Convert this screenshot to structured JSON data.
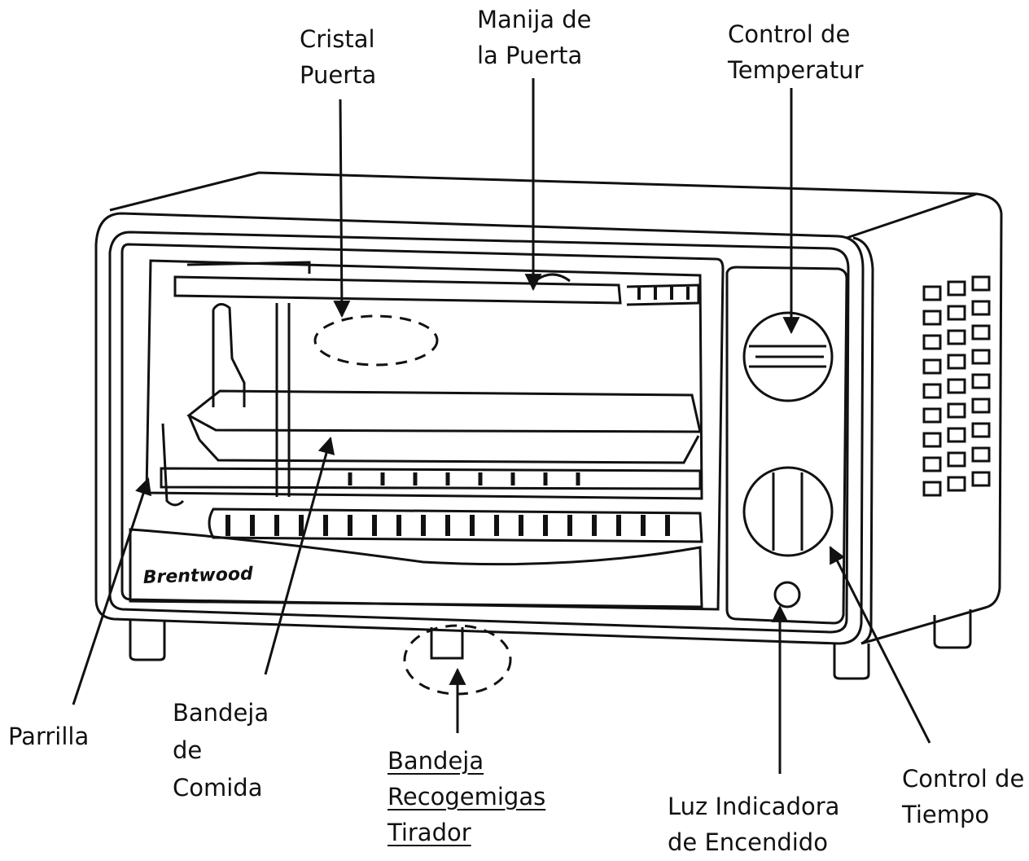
{
  "colors": {
    "ink": "#111111",
    "background": "#ffffff"
  },
  "brand": {
    "logo_text": "Brentwood"
  },
  "labels": {
    "glass_door": [
      "Cristal",
      "Puerta"
    ],
    "door_handle": [
      "Manija de",
      "la Puerta"
    ],
    "temp_control": [
      "Control de",
      "Temperatur"
    ],
    "rack": [
      "Parrilla"
    ],
    "food_tray": [
      "Bandeja",
      "de",
      "Comida"
    ],
    "crumb_tray": [
      "Bandeja",
      "Recogemigas",
      "Tirador"
    ],
    "power_light": [
      "Luz Indicadora",
      "de Encendido"
    ],
    "timer_control": [
      "Control de",
      "Tiempo"
    ]
  }
}
